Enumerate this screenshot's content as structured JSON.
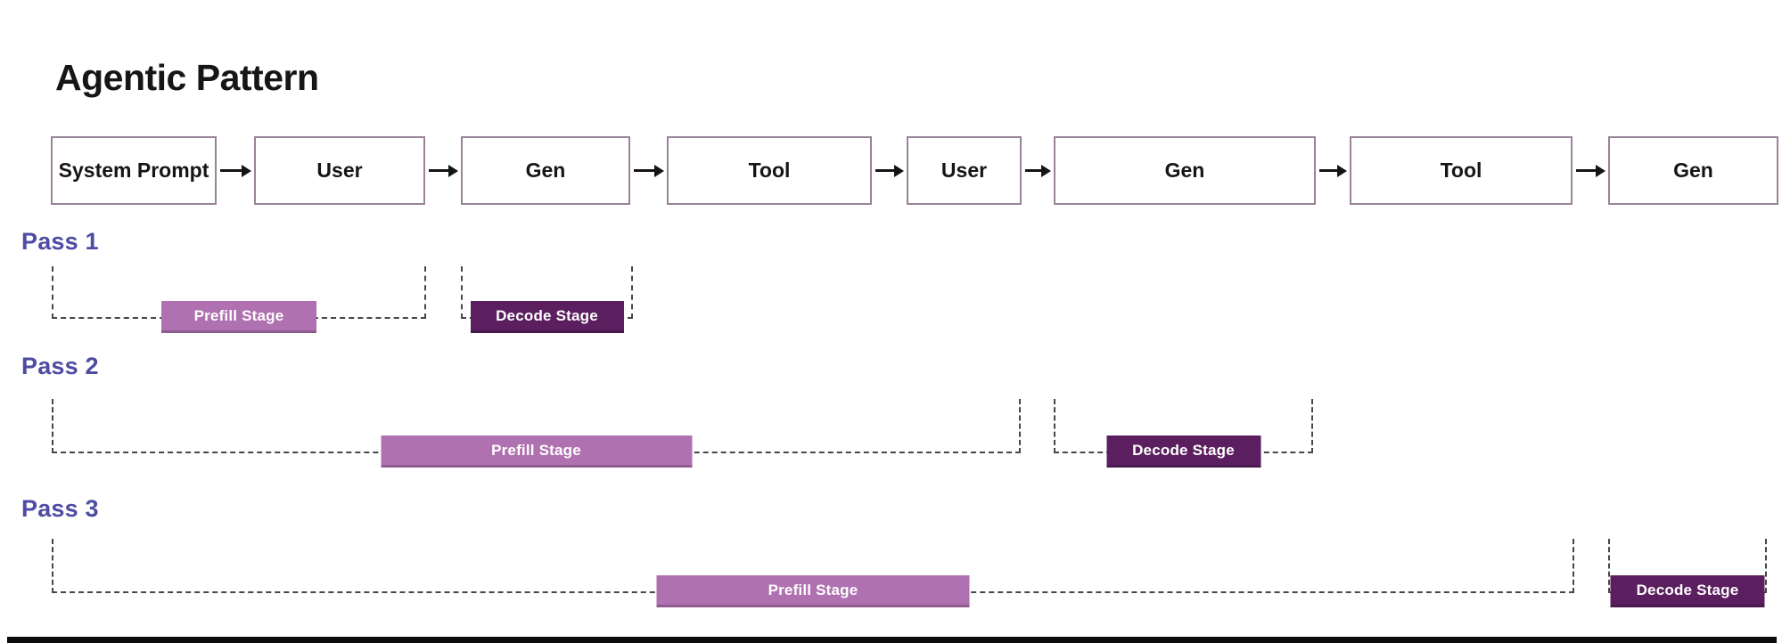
{
  "title": "Agentic Pattern",
  "colors": {
    "prefill": "#AF71AF",
    "decode": "#5B1F5F",
    "pass_label": "#4E4BA3",
    "box_border": "#988398",
    "dash": "#474747"
  },
  "flow": {
    "boxes": [
      {
        "label": "System Prompt"
      },
      {
        "label": "User"
      },
      {
        "label": "Gen"
      },
      {
        "label": "Tool"
      },
      {
        "label": "User"
      },
      {
        "label": "Gen"
      },
      {
        "label": "Tool"
      },
      {
        "label": "Gen"
      }
    ]
  },
  "passes": [
    {
      "label": "Pass 1",
      "stages": [
        {
          "name": "prefill",
          "label": "Prefill Stage"
        },
        {
          "name": "decode",
          "label": "Decode Stage"
        }
      ]
    },
    {
      "label": "Pass 2",
      "stages": [
        {
          "name": "prefill",
          "label": "Prefill Stage"
        },
        {
          "name": "decode",
          "label": "Decode Stage"
        }
      ]
    },
    {
      "label": "Pass 3",
      "stages": [
        {
          "name": "prefill",
          "label": "Prefill Stage"
        },
        {
          "name": "decode",
          "label": "Decode Stage"
        }
      ]
    }
  ]
}
